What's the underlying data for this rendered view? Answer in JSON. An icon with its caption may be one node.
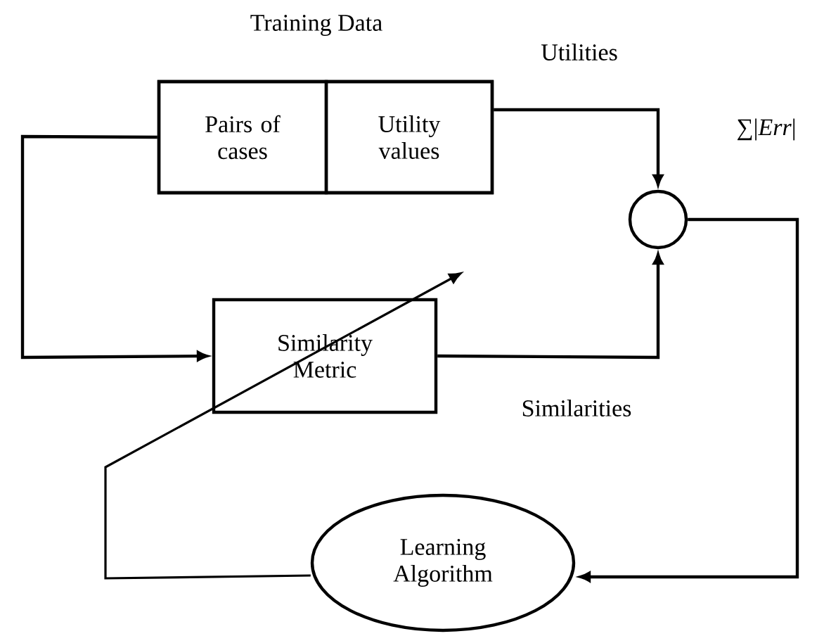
{
  "diagram": {
    "nodes": [
      {
        "text": [
          "Training Data"
        ]
      },
      {
        "text": [
          "Pairs of cases"
        ],
        "in": 0
      },
      {
        "text": [
          "Utility values"
        ],
        "in": 0
      },
      {
        "text": [
          "Similarity Metric"
        ]
      },
      {
        "text": [],
        "shape": "circle"
      },
      {
        "text": [
          "Learning Algorithm"
        ]
      }
    ],
    "edges": [
      {
        "from": 1,
        "to": 3,
        "arrow": "to"
      },
      {
        "from": 2,
        "to": 4,
        "arrow": "to",
        "label": "Utilities"
      },
      {
        "from": 3,
        "to": 4,
        "arrow": "to",
        "label": "Similarities"
      },
      {
        "from": 4,
        "to": 5,
        "arrow": "to",
        "label": "∑|*Err*|"
      },
      {
        "from": 5,
        "to": null,
        "arrow": "to"
      }
    ]
  }
}
